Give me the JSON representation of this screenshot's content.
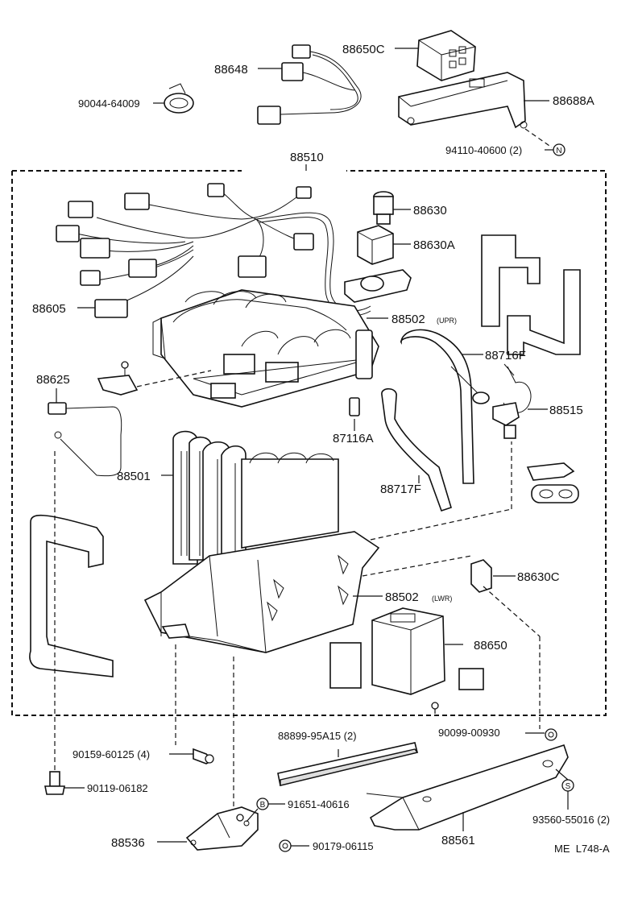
{
  "diagram": {
    "code": "ME  L748-A",
    "assembly_number": "88510",
    "parts": [
      {
        "id": "p88648",
        "number": "88648"
      },
      {
        "id": "p88650C",
        "number": "88650C"
      },
      {
        "id": "p90044",
        "number": "90044-64009"
      },
      {
        "id": "p88688A",
        "number": "88688A"
      },
      {
        "id": "p94110",
        "number": "94110-40600 (2)"
      },
      {
        "id": "p88630",
        "number": "88630"
      },
      {
        "id": "p88630A",
        "number": "88630A"
      },
      {
        "id": "p88605",
        "number": "88605"
      },
      {
        "id": "p88502u",
        "number": "88502",
        "suffix": "(UPR)"
      },
      {
        "id": "p88716F",
        "number": "88716F"
      },
      {
        "id": "p88625",
        "number": "88625"
      },
      {
        "id": "p88515",
        "number": "88515"
      },
      {
        "id": "p87116A",
        "number": "87116A"
      },
      {
        "id": "p88501",
        "number": "88501"
      },
      {
        "id": "p88717F",
        "number": "88717F"
      },
      {
        "id": "p88630C",
        "number": "88630C"
      },
      {
        "id": "p88502l",
        "number": "88502",
        "suffix": "(LWR)"
      },
      {
        "id": "p88650",
        "number": "88650"
      },
      {
        "id": "p88899",
        "number": "88899-95A15 (2)"
      },
      {
        "id": "p90099",
        "number": "90099-00930"
      },
      {
        "id": "p90159",
        "number": "90159-60125 (4)"
      },
      {
        "id": "p90119",
        "number": "90119-06182"
      },
      {
        "id": "p91651",
        "number": "91651-40616"
      },
      {
        "id": "p93560",
        "number": "93560-55016 (2)"
      },
      {
        "id": "p88536",
        "number": "88536"
      },
      {
        "id": "p90179",
        "number": "90179-06115"
      },
      {
        "id": "p88561",
        "number": "88561"
      }
    ],
    "symbols": {
      "N": "N",
      "B": "B",
      "S": "S"
    }
  }
}
